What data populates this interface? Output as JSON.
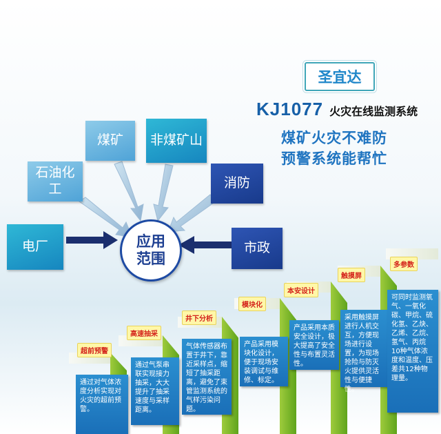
{
  "brand": "圣宜达",
  "product": {
    "model": "KJ1077",
    "desc": "火灾在线监测系统"
  },
  "slogan": [
    "煤矿火灾不难防",
    "预警系统能帮忙"
  ],
  "center": "应用范围",
  "applications": [
    "电厂",
    "石油化工",
    "煤矿",
    "非煤矿山",
    "消防",
    "市政"
  ],
  "colors": {
    "accent_blue": "#1f74c0",
    "dark_box": "#1f45a0",
    "step_green": "#6fb02a",
    "panel_blue": "#1f7cc4",
    "tag_red": "#d4231b"
  },
  "features": [
    {
      "tag": "超前预警",
      "text": "通过对气体浓度分析实现对火灾的超前预警。"
    },
    {
      "tag": "高速抽采",
      "text": "通过气泵串联实现接力抽采，大大提升了抽采速度与采样距离。"
    },
    {
      "tag": "井下分析",
      "text": "气体传感器布置于井下，靠近采样点，缩短了抽采距离，避免了束管监测系统的气样污染问题。"
    },
    {
      "tag": "模块化",
      "text": "产品采用模块化设计，便于现场安装调试与维修、标定。"
    },
    {
      "tag": "本安设计",
      "text": "产品采用本质安全设计，极大提高了安全性与布置灵活性。"
    },
    {
      "tag": "触摸屏",
      "text": "采用触摸屏进行人机交互，方便现场进行设置，为现场抢险与防灭火提供灵活性与便捷性。"
    },
    {
      "tag": "多参数",
      "text": "可同时监测氧气、一氧化碳、甲烷、硫化氢、乙炔、乙烯、乙烷、氢气、丙烷10种气体浓度和温度、压差共12种物理量。"
    }
  ]
}
